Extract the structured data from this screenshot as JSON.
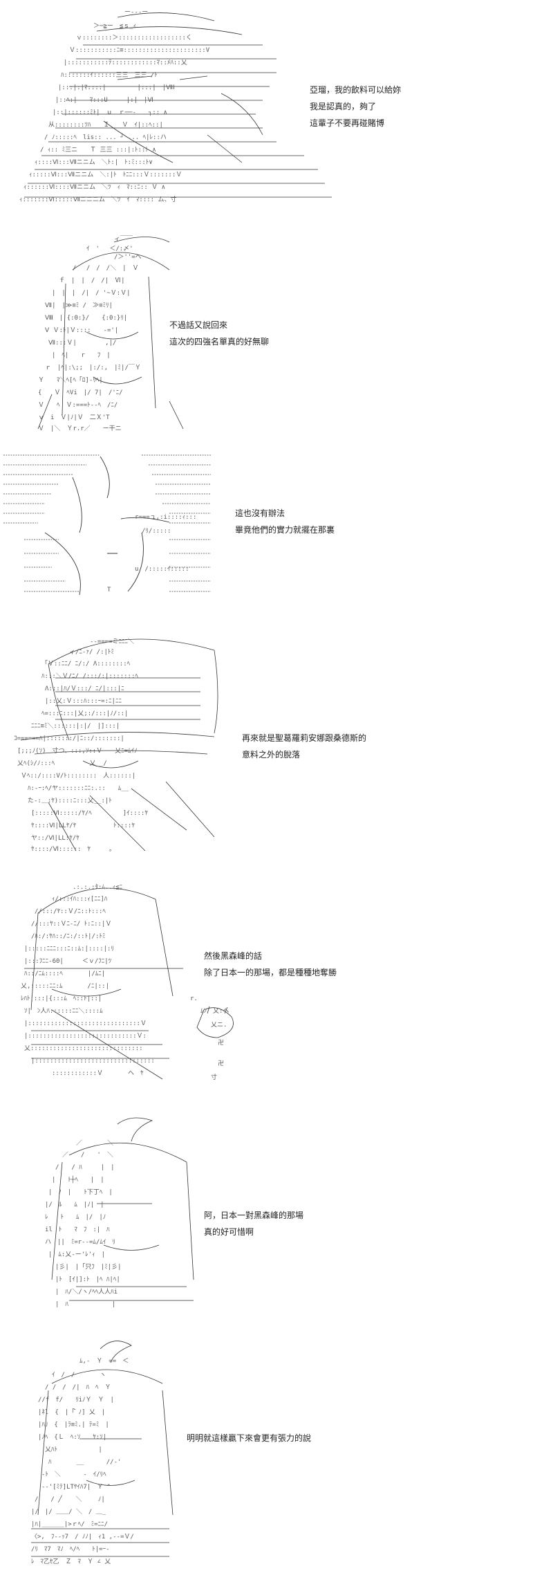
{
  "panels": [
    {
      "lines": [
        "亞瑠，我的飲料可以給妳",
        "我是認真的，夠了",
        "這輩子不要再碰賭博"
      ]
    },
    {
      "lines": [
        "不過話又說回來",
        "這次的四強名單真的好無聊"
      ]
    },
    {
      "lines": [
        "這也沒有辦法",
        "畢竟他們的實力就擺在那裏"
      ]
    },
    {
      "lines": [
        "再來就是聖葛羅莉安娜跟桑德斯的",
        "意料之外的脫落"
      ]
    },
    {
      "lines": [
        "然後黑森峰的話",
        "除了日本一的那場，都是種種地奪勝"
      ]
    },
    {
      "lines": [
        "阿，日本一對黑森峰的那場",
        "真的好可惜啊"
      ]
    },
    {
      "lines": [
        "明明就這樣贏下來會更有張力的說"
      ]
    }
  ],
  "art_descriptions": [
    "ascii-art-card-table",
    "ascii-art-girl-with-hat",
    "ascii-art-dense-hair",
    "ascii-art-girl-with-cap",
    "ascii-art-girl-holding-cat",
    "ascii-art-girl-ahoge",
    "ascii-art-girl-twintails"
  ],
  "colors": {
    "ink": "#222222",
    "background": "#ffffff"
  }
}
